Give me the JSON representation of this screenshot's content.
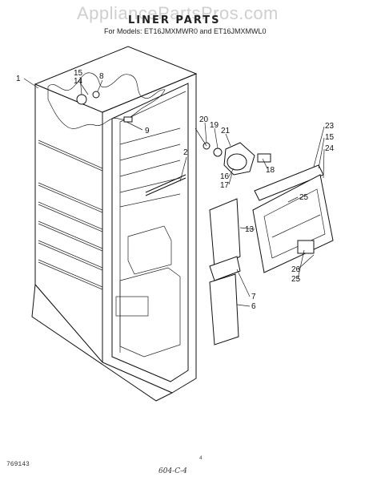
{
  "watermark": "AppliancePartsPros.com",
  "title": "LINER PARTS",
  "subtitle": "For Models: ET16JMXMWR0 and ET16JMXMWL0",
  "footer": {
    "code": "769143",
    "page": "4",
    "note": "604-C-4"
  },
  "callouts": [
    "1",
    "15",
    "14",
    "8",
    "9",
    "2",
    "20",
    "19",
    "21",
    "16",
    "17",
    "18",
    "23",
    "15",
    "24",
    "25",
    "13",
    "26",
    "25",
    "7",
    "6"
  ]
}
